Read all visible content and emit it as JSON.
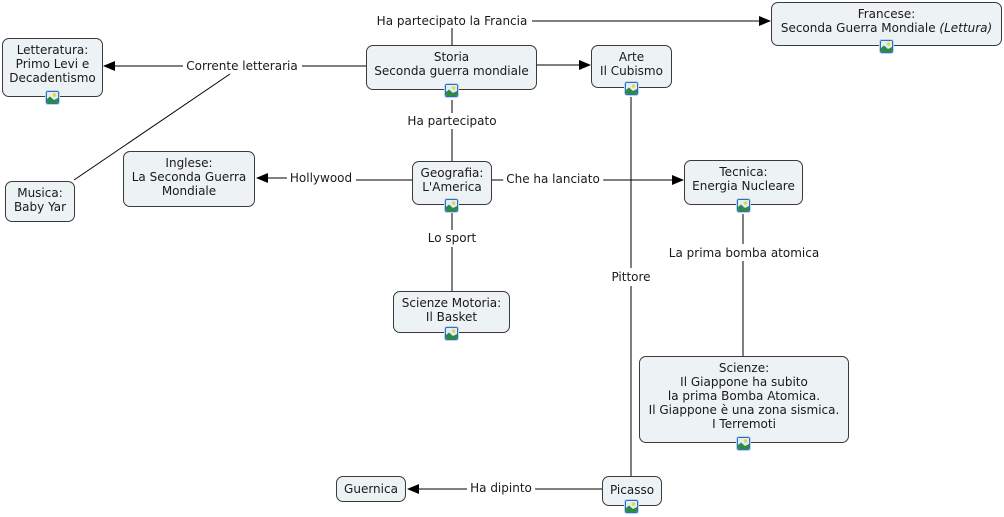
{
  "diagram": {
    "type": "concept-map",
    "nodes": [
      {
        "id": "storia",
        "lines": [
          "Storia",
          "Seconda guerra mondiale"
        ],
        "has_image": true
      },
      {
        "id": "francese",
        "lines": [
          "Francese:",
          "Seconda Guerra Mondiale"
        ],
        "italic_suffix": "(Lettura)",
        "has_image": true
      },
      {
        "id": "letteratura",
        "lines": [
          "Letteratura:",
          "Primo Levi e",
          "Decadentismo"
        ],
        "has_image": true
      },
      {
        "id": "arte",
        "lines": [
          "Arte",
          "Il Cubismo"
        ],
        "has_image": true
      },
      {
        "id": "musica",
        "lines": [
          "Musica:",
          "Baby Yar"
        ],
        "has_image": false
      },
      {
        "id": "inglese",
        "lines": [
          "Inglese:",
          "La Seconda Guerra",
          "Mondiale"
        ],
        "has_image": false
      },
      {
        "id": "geografia",
        "lines": [
          "Geografia:",
          "L'America"
        ],
        "has_image": true
      },
      {
        "id": "tecnica",
        "lines": [
          "Tecnica:",
          "Energia Nucleare"
        ],
        "has_image": true
      },
      {
        "id": "scienze_motoria",
        "lines": [
          "Scienze Motoria:",
          "Il Basket"
        ],
        "has_image": true
      },
      {
        "id": "scienze",
        "lines": [
          "Scienze:",
          "Il Giappone ha subito",
          "la prima Bomba Atomica.",
          "Il Giappone è una zona sismica.",
          "I Terremoti"
        ],
        "has_image": true
      },
      {
        "id": "guernica",
        "lines": [
          "Guernica"
        ],
        "has_image": false
      },
      {
        "id": "picasso",
        "lines": [
          "Picasso"
        ],
        "has_image": true
      }
    ],
    "links": [
      {
        "id": "ha_partecipato_francia",
        "label": "Ha partecipato la Francia",
        "from": "storia",
        "to": [
          "francese"
        ]
      },
      {
        "id": "corrente_letteraria",
        "label": "Corrente letteraria",
        "from": "storia",
        "to": [
          "letteratura",
          "musica"
        ]
      },
      {
        "id": "storia_arte",
        "label": "",
        "from": "storia",
        "to": [
          "arte"
        ]
      },
      {
        "id": "ha_partecipato",
        "label": "Ha partecipato",
        "from": "storia",
        "to": [
          "geografia"
        ]
      },
      {
        "id": "hollywood",
        "label": "Hollywood",
        "from": "geografia",
        "to": [
          "inglese"
        ]
      },
      {
        "id": "che_ha_lanciato",
        "label": "Che ha lanciato",
        "from": "geografia",
        "to": [
          "tecnica"
        ]
      },
      {
        "id": "lo_sport",
        "label": "Lo sport",
        "from": "geografia",
        "to": [
          "scienze_motoria"
        ]
      },
      {
        "id": "prima_bomba",
        "label": "La prima bomba atomica",
        "from": "tecnica",
        "to": [
          "scienze"
        ]
      },
      {
        "id": "pittore",
        "label": "Pittore",
        "from": "arte",
        "to": [
          "picasso"
        ]
      },
      {
        "id": "ha_dipinto",
        "label": "Ha dipinto",
        "from": "picasso",
        "to": [
          "guernica"
        ]
      }
    ]
  },
  "icons": {
    "node_resource": "image-icon"
  },
  "colors": {
    "node_fill": "#edf2f4",
    "node_border": "#3a3a3a",
    "line": "#000000",
    "icon_border": "#2f6fb5"
  }
}
